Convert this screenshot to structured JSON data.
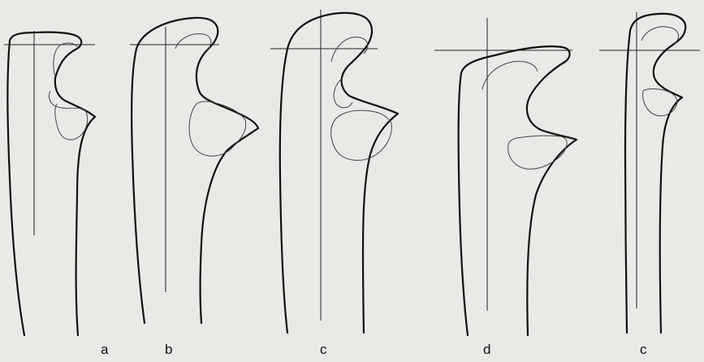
{
  "figure": {
    "labels": [
      "a",
      "b",
      "c",
      "d",
      "c"
    ],
    "background": "#e9e9e6",
    "line_color": "#111111"
  }
}
